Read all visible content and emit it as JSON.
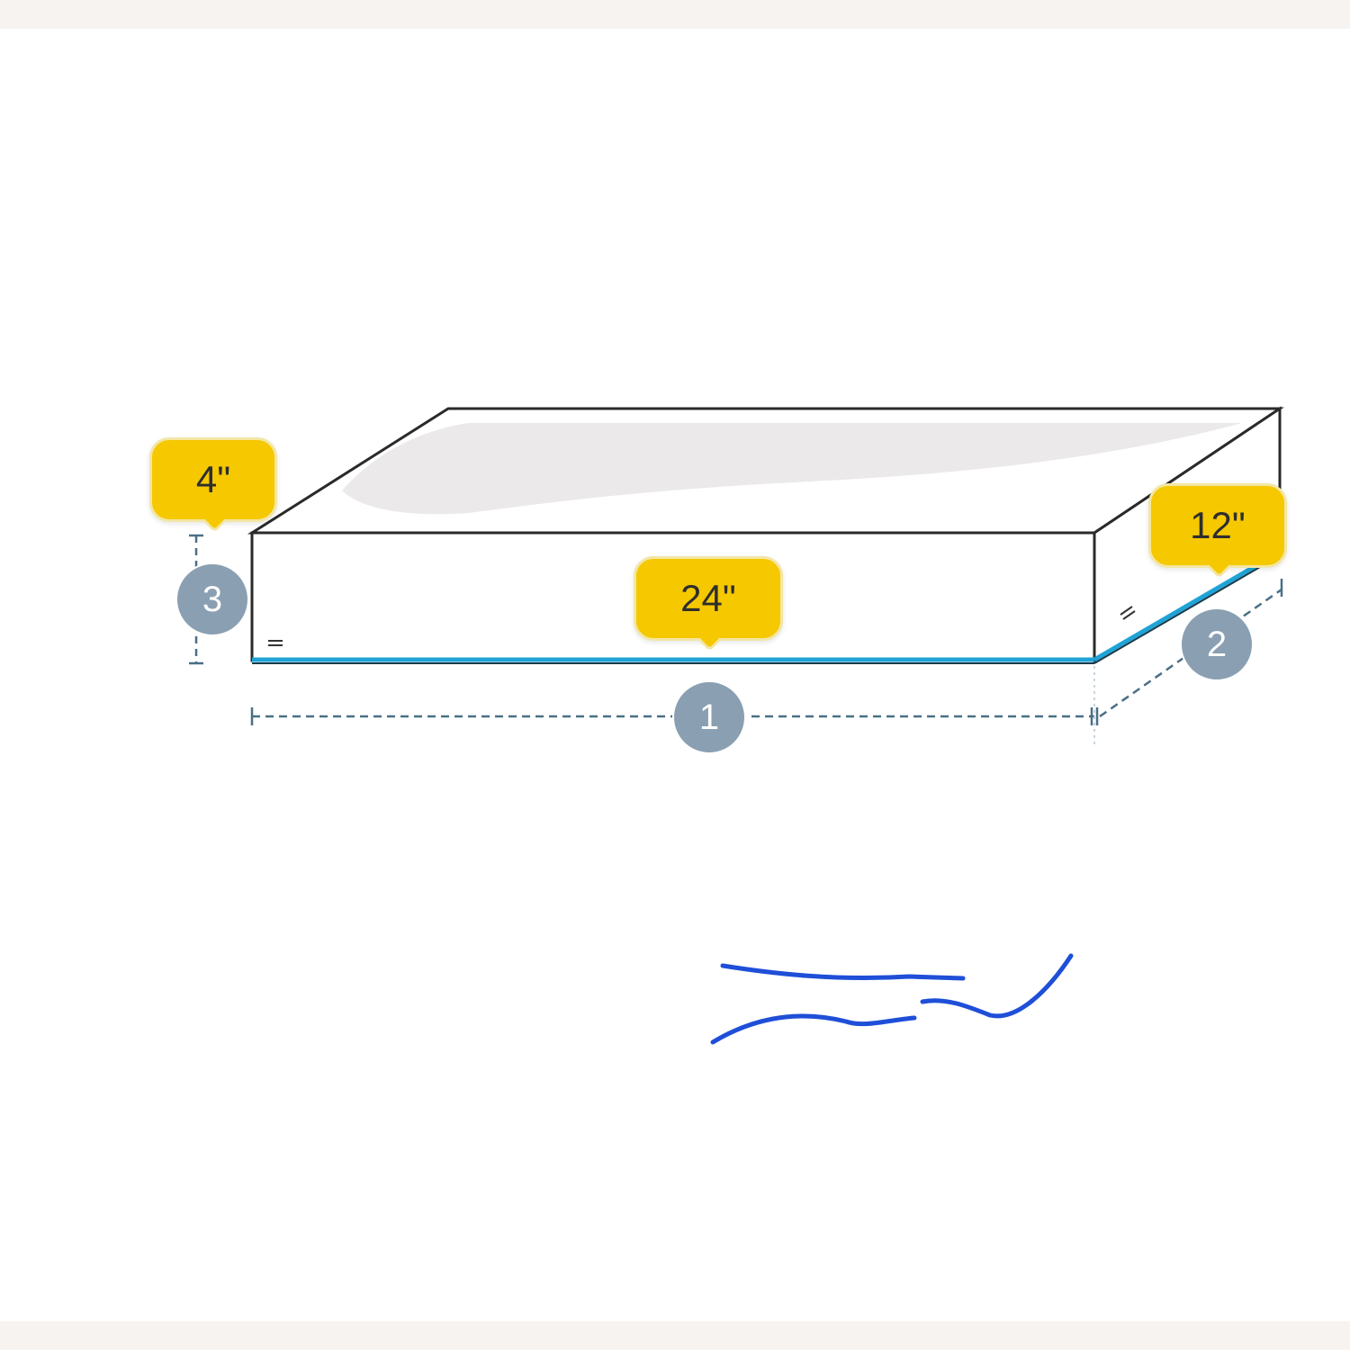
{
  "dimensions": {
    "height": {
      "value": "4\"",
      "marker": "3"
    },
    "length": {
      "value": "24\"",
      "marker": "1"
    },
    "depth": {
      "value": "12\"",
      "marker": "2"
    }
  },
  "colors": {
    "callout_fill": "#f5c800",
    "marker_fill": "#8a9fb2",
    "dimension_line": "#4a6f86",
    "base_edge": "#1fa3d6",
    "scribble": "#1f4fd8"
  },
  "icons": {
    "scribble": "handwritten-scribble"
  }
}
